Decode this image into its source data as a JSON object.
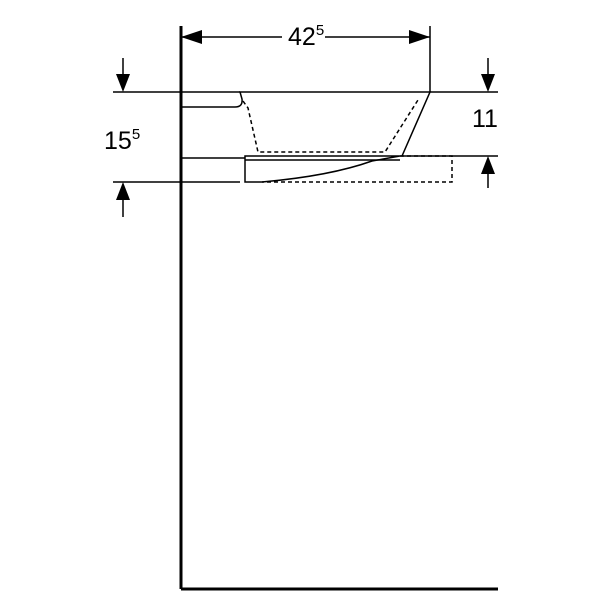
{
  "dimensions": {
    "width": {
      "main": "42",
      "sup": "5"
    },
    "overall_height": {
      "main": "15",
      "sup": "5"
    },
    "basin_height": {
      "main": "11"
    }
  }
}
